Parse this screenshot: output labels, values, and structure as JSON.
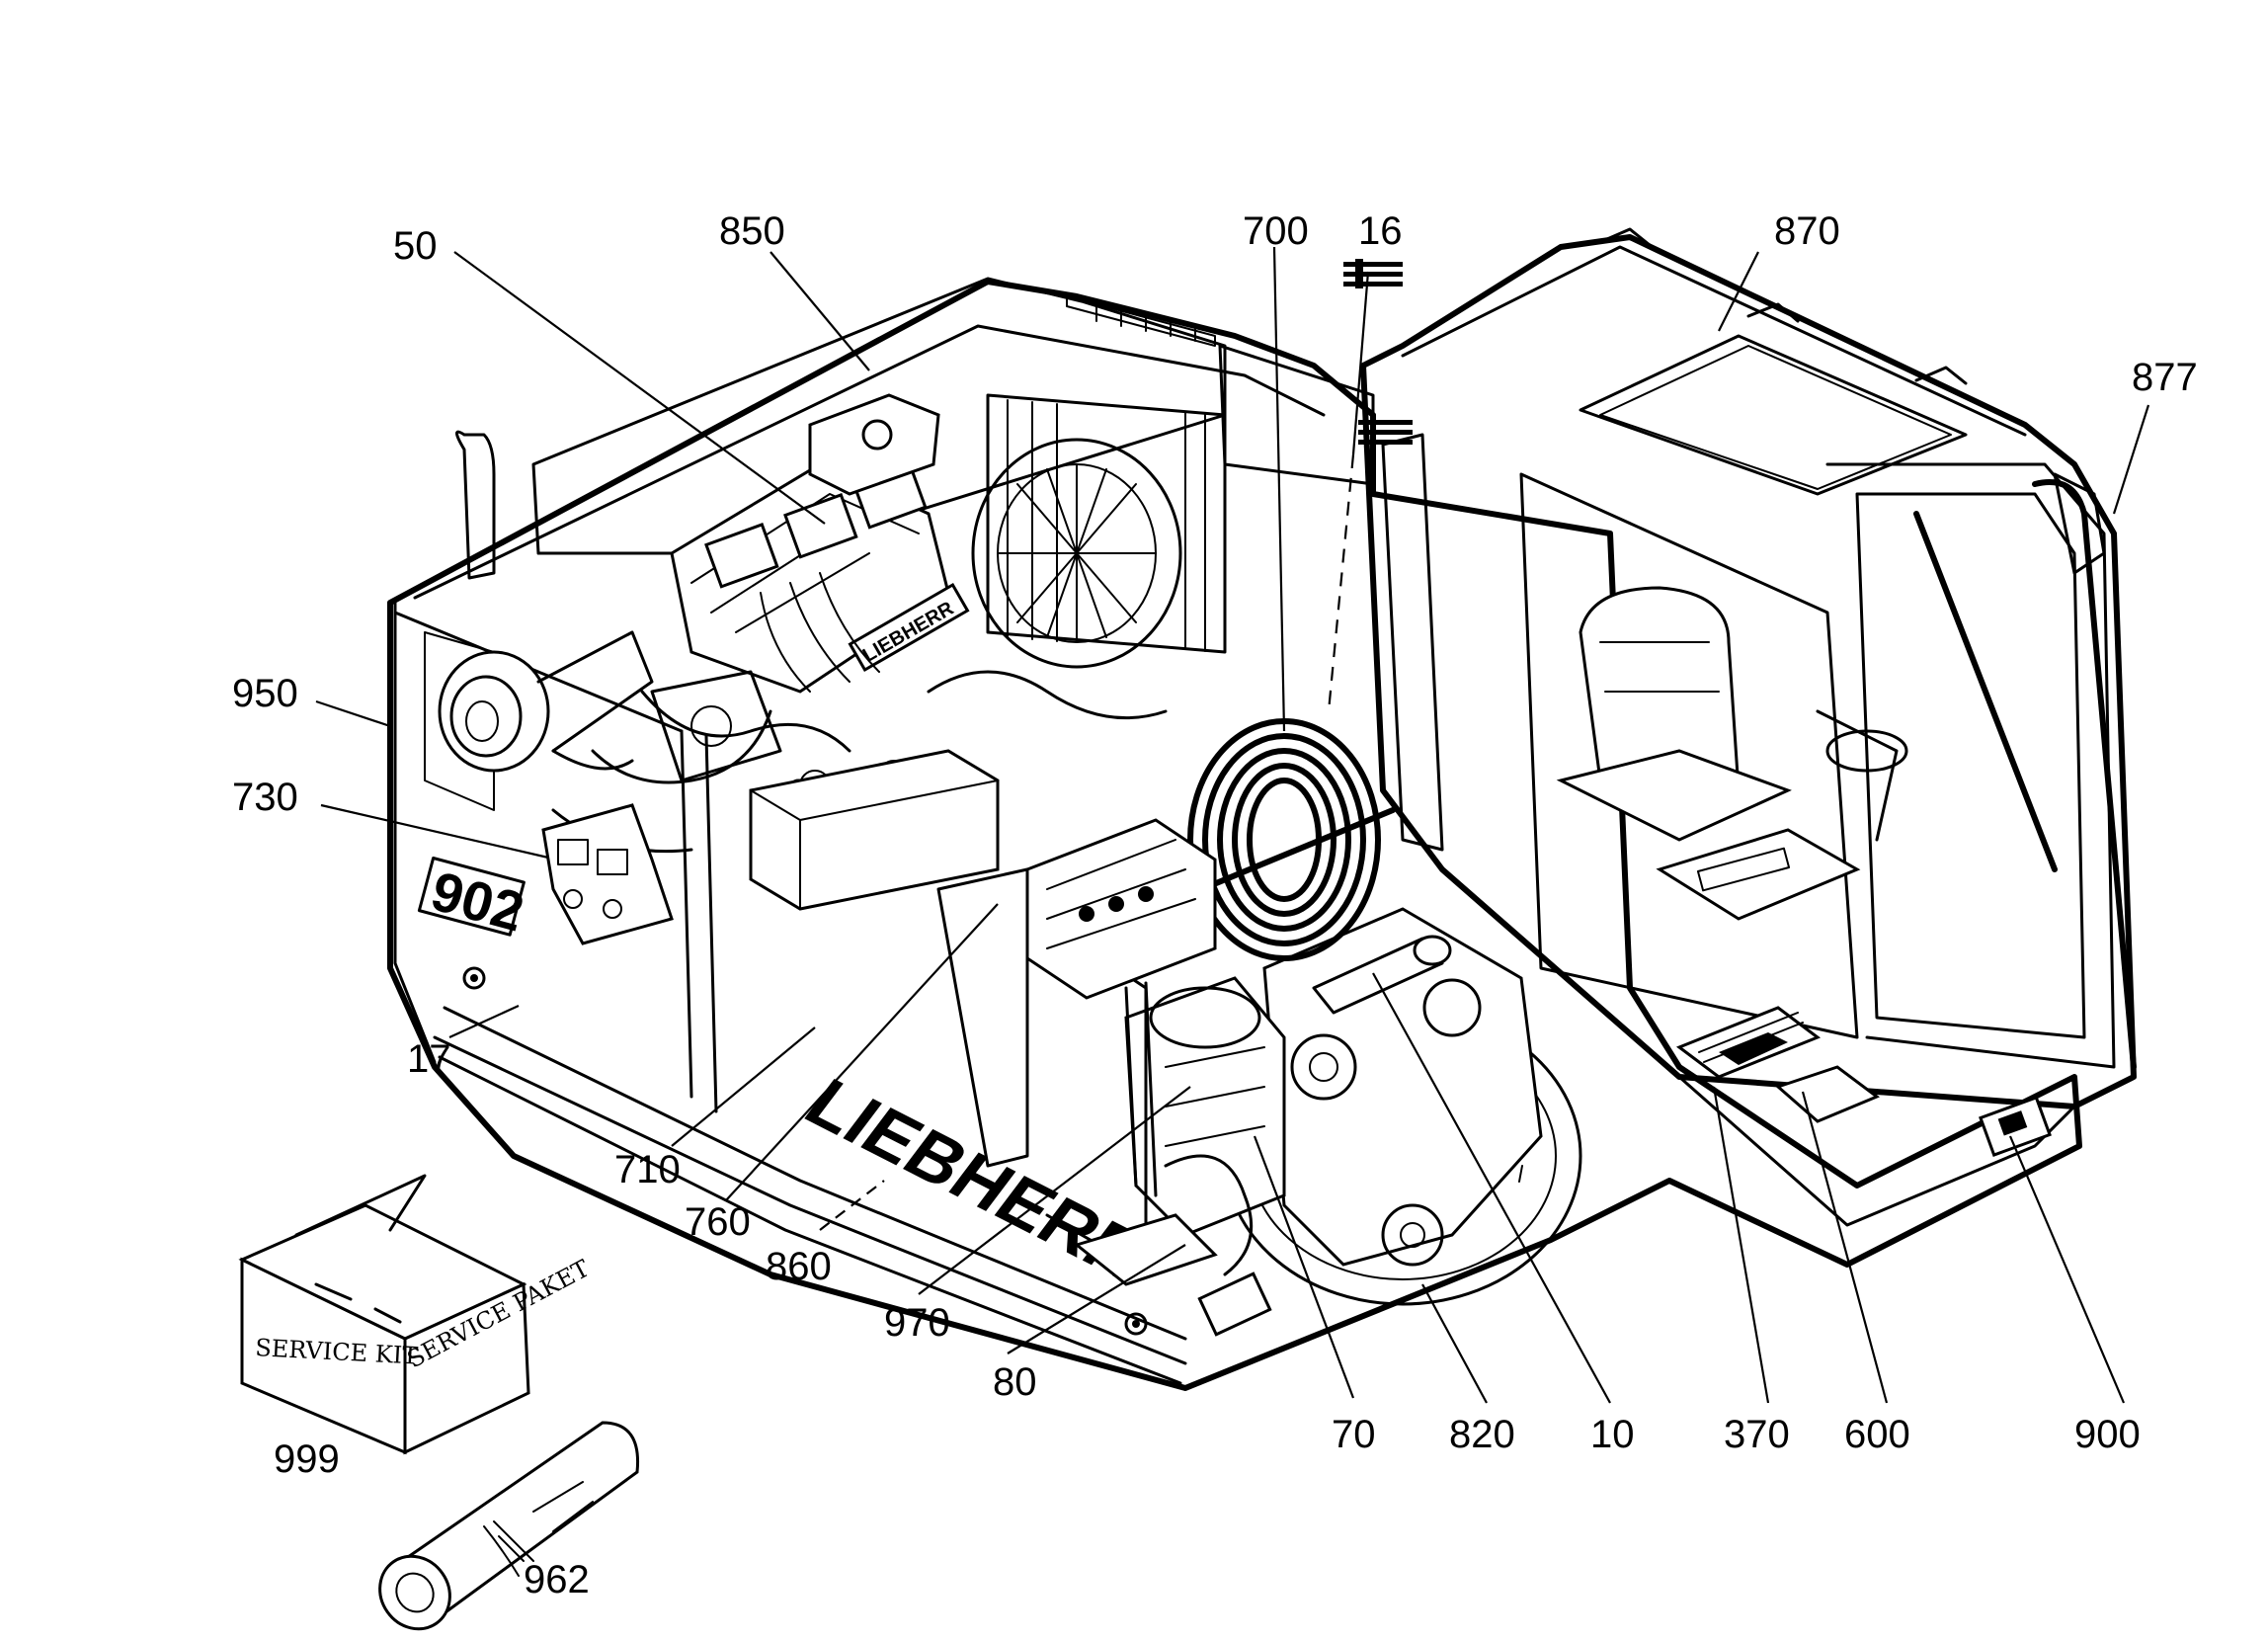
{
  "callouts": [
    {
      "id": "c50",
      "label": "50"
    },
    {
      "id": "c850",
      "label": "850"
    },
    {
      "id": "c700",
      "label": "700"
    },
    {
      "id": "c16",
      "label": "16"
    },
    {
      "id": "c870",
      "label": "870"
    },
    {
      "id": "c877",
      "label": "877"
    },
    {
      "id": "c950",
      "label": "950"
    },
    {
      "id": "c730",
      "label": "730"
    },
    {
      "id": "c17",
      "label": "17"
    },
    {
      "id": "c710",
      "label": "710"
    },
    {
      "id": "c760",
      "label": "760"
    },
    {
      "id": "c860",
      "label": "860"
    },
    {
      "id": "c970",
      "label": "970"
    },
    {
      "id": "c80",
      "label": "80"
    },
    {
      "id": "c70",
      "label": "70"
    },
    {
      "id": "c820",
      "label": "820"
    },
    {
      "id": "c10",
      "label": "10"
    },
    {
      "id": "c370",
      "label": "370"
    },
    {
      "id": "c600",
      "label": "600"
    },
    {
      "id": "c900",
      "label": "900"
    },
    {
      "id": "c999",
      "label": "999"
    },
    {
      "id": "c962",
      "label": "962"
    }
  ],
  "service_box": {
    "front_text": "SERVICE KIT",
    "side_text": "SERVICE PAKET"
  },
  "machine": {
    "brand_logo": "LIEBHERR",
    "engine_logo": "LIEBHERR",
    "model_badge": "902"
  }
}
